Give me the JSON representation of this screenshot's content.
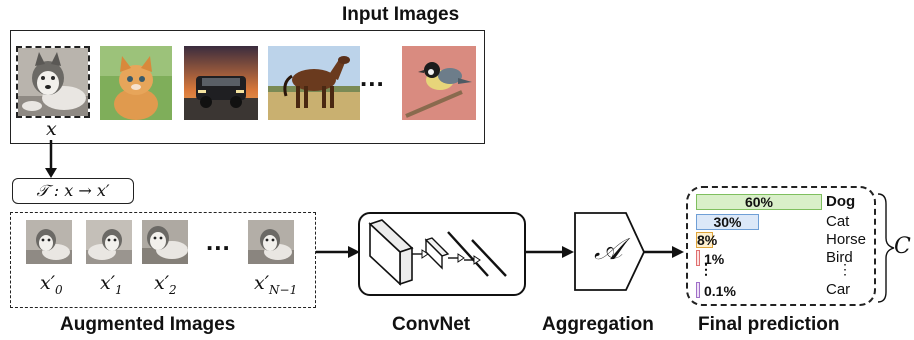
{
  "input_section": {
    "title": "Input Images",
    "sample_label": "x",
    "ellipsis": "..."
  },
  "transform": {
    "label": "𝒯 : x → x′"
  },
  "augmented_section": {
    "title": "Augmented Images",
    "ellipsis": "...",
    "labels": [
      {
        "base": "x′",
        "sub": "0"
      },
      {
        "base": "x′",
        "sub": "1"
      },
      {
        "base": "x′",
        "sub": "2"
      },
      {
        "base": "x′",
        "sub": "N−1"
      }
    ]
  },
  "convnet": {
    "title": "ConvNet"
  },
  "aggregation": {
    "title": "Aggregation",
    "symbol": "𝒜"
  },
  "prediction": {
    "title": "Final prediction",
    "brace_label": "C",
    "classes": [
      {
        "label": "Dog",
        "percent": "60%",
        "value": 60,
        "fill": "#d9efc9",
        "stroke": "#7fbf5f",
        "bold": true
      },
      {
        "label": "Cat",
        "percent": "30%",
        "value": 30,
        "fill": "#dce8f8",
        "stroke": "#6f9fd6",
        "bold": false
      },
      {
        "label": "Horse",
        "percent": "8%",
        "value": 8,
        "fill": "#fff0cf",
        "stroke": "#e0a53a",
        "bold": false
      },
      {
        "label": "Bird",
        "percent": "1%",
        "value": 1,
        "fill": "#fde0e0",
        "stroke": "#e07070",
        "bold": false
      },
      {
        "label": "Car",
        "percent": "0.1%",
        "value": 0.1,
        "fill": "#efe0f7",
        "stroke": "#a070c8",
        "bold": false
      }
    ]
  }
}
